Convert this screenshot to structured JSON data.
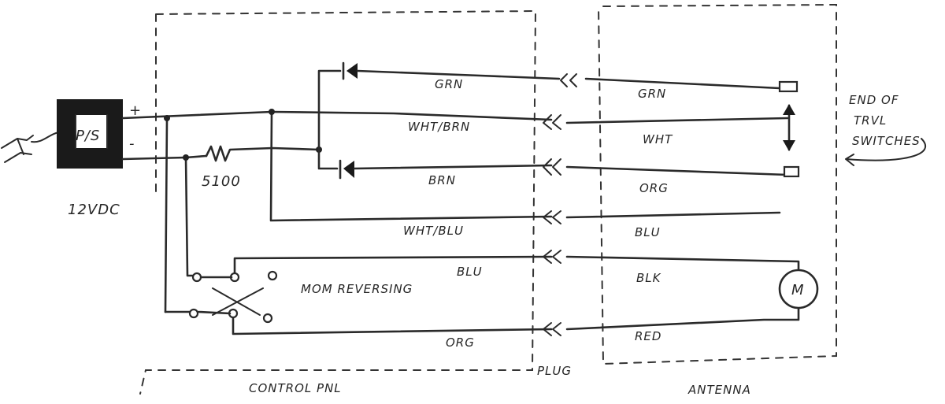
{
  "power_supply": {
    "label": "P/S",
    "voltage": "12VDC",
    "plus": "+",
    "minus": "-"
  },
  "resistor": {
    "value": "5100"
  },
  "wires_control": {
    "grn": "GRN",
    "wht_brn": "WHT/BRN",
    "brn": "BRN",
    "wht_blu": "WHT/BLU",
    "blu": "BLU",
    "org": "ORG"
  },
  "wires_antenna": {
    "grn": "GRN",
    "wht": "WHT",
    "org": "ORG",
    "blu": "BLU",
    "blk": "BLK",
    "red": "RED"
  },
  "switch_label": "MOM REVERSING",
  "motor_label": "M",
  "end_of_travel": [
    "END OF",
    "TRVL",
    "SWITCHES"
  ],
  "sections": {
    "control": "CONTROL PNL",
    "plug": "PLUG",
    "antenna": "ANTENNA"
  }
}
